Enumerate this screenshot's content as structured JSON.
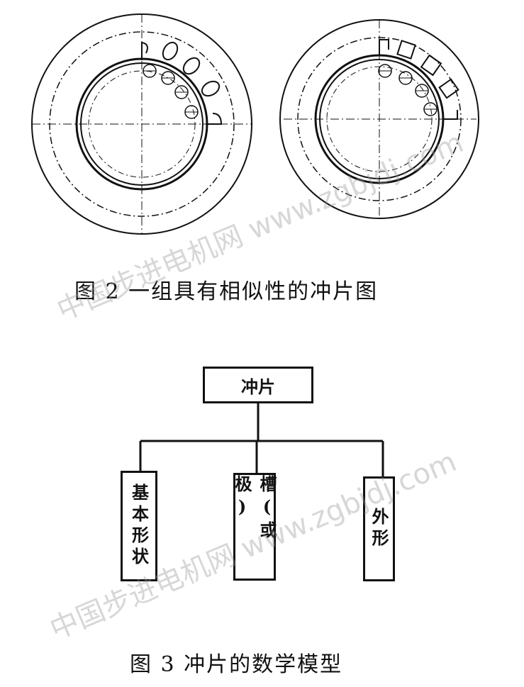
{
  "figure2": {
    "caption": "图 2   一组具有相似性的冲片图"
  },
  "figure3": {
    "caption": "图 3    冲片的数学模型",
    "root": "冲片",
    "children": [
      "基本形状",
      "槽(或极)",
      "外形"
    ]
  },
  "watermark": "中国步进电机网 www.zgbjdj.com"
}
